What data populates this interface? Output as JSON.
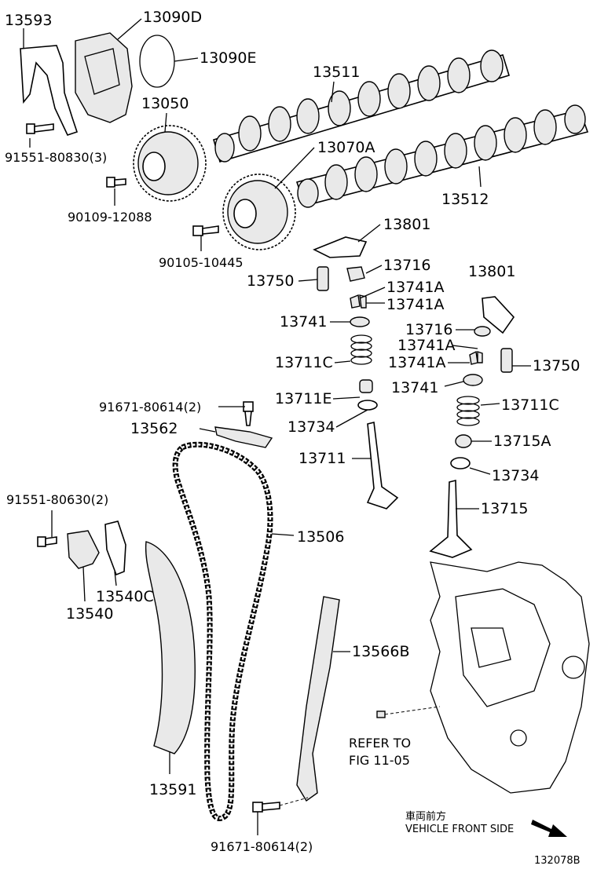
{
  "diagram": {
    "labels": {
      "p13593": "13593",
      "p13090D": "13090D",
      "p13090E": "13090E",
      "p13511": "13511",
      "p13050": "13050",
      "p91551_80830": "91551-80830(3)",
      "p13070A": "13070A",
      "p13512": "13512",
      "p90109_12088": "90109-12088",
      "p13801a": "13801",
      "p90105_10445": "90105-10445",
      "p13716a": "13716",
      "p13750a": "13750",
      "p13741A_1": "13741A",
      "p13801b": "13801",
      "p13741A_2": "13741A",
      "p13741a": "13741",
      "p13716b": "13716",
      "p13741A_3": "13741A",
      "p13711Ca": "13711C",
      "p13741A_4": "13741A",
      "p13750b": "13750",
      "p13741b": "13741",
      "p13711E": "13711E",
      "p13711Cb": "13711C",
      "p91671_top": "91671-80614(2)",
      "p13734a": "13734",
      "p13562": "13562",
      "p13715A": "13715A",
      "p13711": "13711",
      "p13734b": "13734",
      "p91551_80630": "91551-80630(2)",
      "p13715": "13715",
      "p13506": "13506",
      "p13540C": "13540C",
      "p13540": "13540",
      "p13566B": "13566B",
      "refer_line1": "REFER TO",
      "refer_line2": "FIG 11-05",
      "p13591": "13591",
      "front_jp": "車両前方",
      "front_en": "VEHICLE FRONT SIDE",
      "p91671_bottom": "91671-80614(2)",
      "figure_id": "132078B"
    }
  }
}
